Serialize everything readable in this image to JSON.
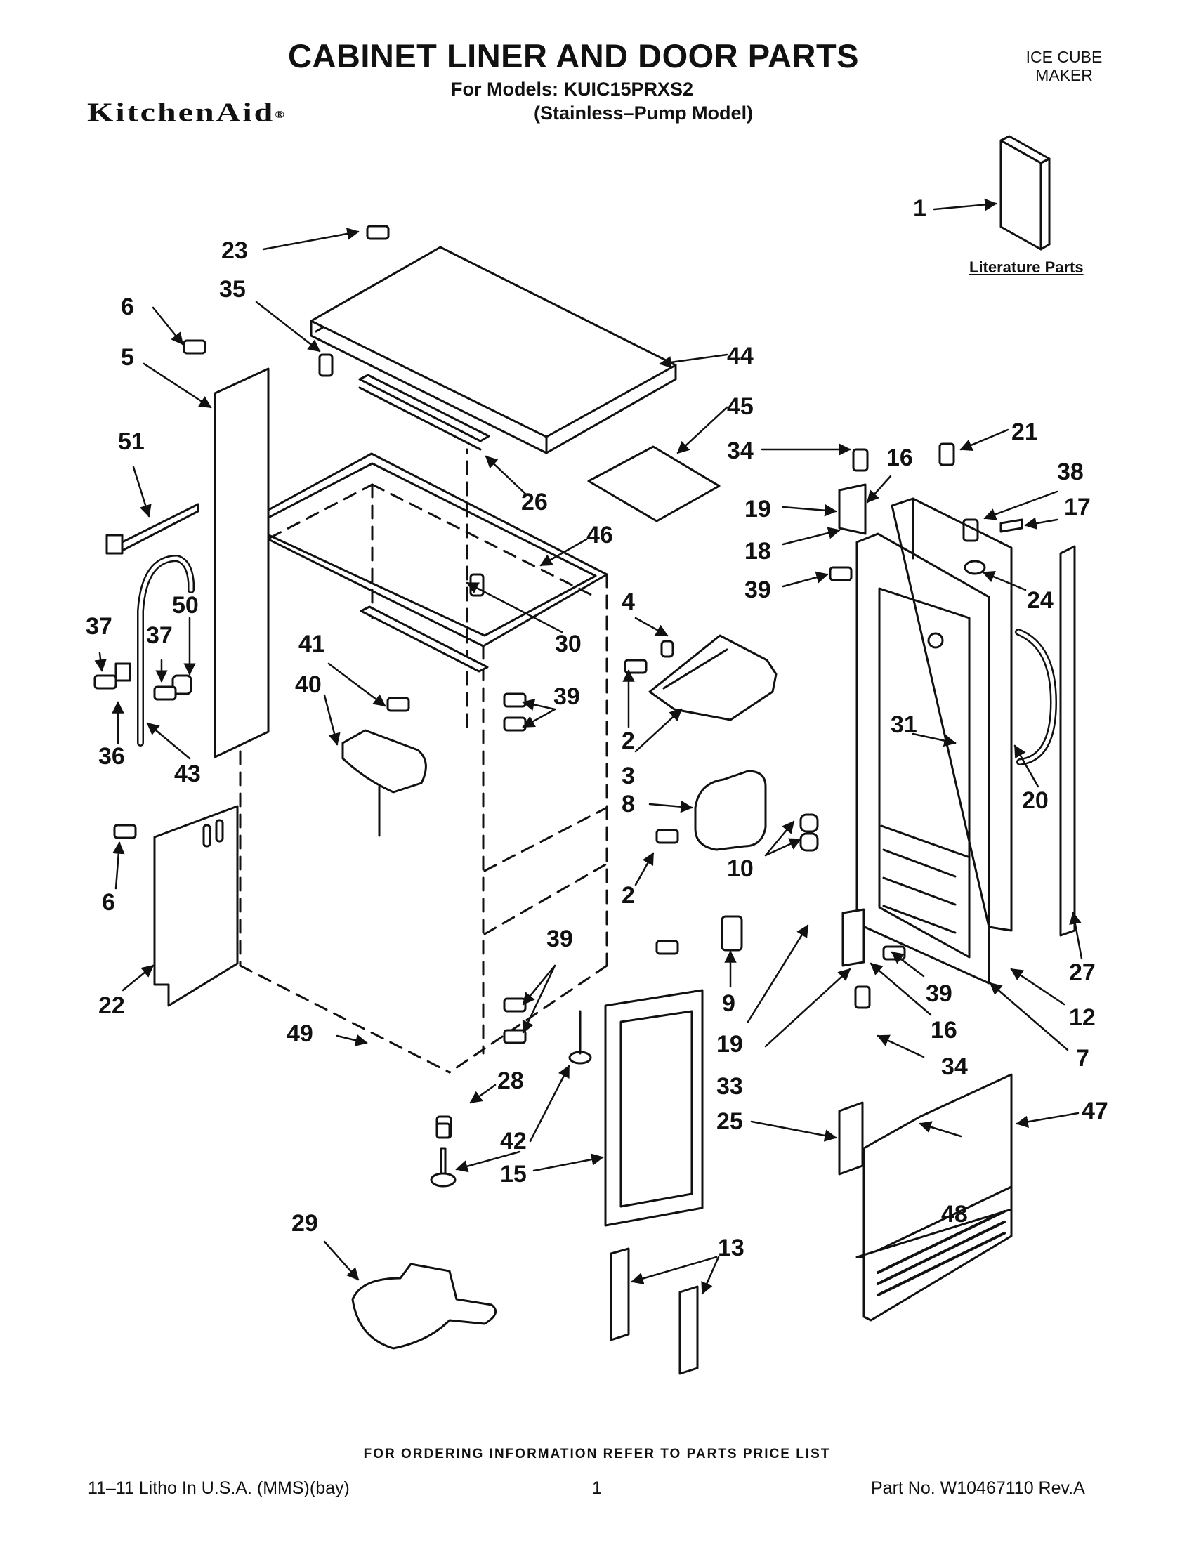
{
  "header": {
    "title": "CABINET LINER AND DOOR PARTS",
    "models_line": "For Models: KUIC15PRXS2",
    "variant_line": "(Stainless–Pump Model)",
    "category": [
      "ICE CUBE",
      "MAKER"
    ],
    "brand": "KitchenAid",
    "brand_mark": "®"
  },
  "literature_label": "Literature Parts",
  "callouts": {
    "c1": "1",
    "c23": "23",
    "c35": "35",
    "c6a": "6",
    "c5": "5",
    "c44": "44",
    "c45": "45",
    "c51": "51",
    "c26": "26",
    "c46": "46",
    "c34a": "34",
    "c16a": "16",
    "c21": "21",
    "c38": "38",
    "c17": "17",
    "c19a": "19",
    "c18": "18",
    "c39a": "39",
    "c24": "24",
    "c37a": "37",
    "c37b": "37",
    "c50": "50",
    "c41": "41",
    "c30": "30",
    "c4": "4",
    "c40": "40",
    "c39b": "39",
    "c36": "36",
    "c43": "43",
    "c2a": "2",
    "c3": "3",
    "c31": "31",
    "c20": "20",
    "c8": "8",
    "c10": "10",
    "c6b": "6",
    "c2b": "2",
    "c39c": "39",
    "c27": "27",
    "c22": "22",
    "c9": "9",
    "c19b": "19",
    "c39d": "39",
    "c12": "12",
    "c16b": "16",
    "c49": "49",
    "c7": "7",
    "c28": "28",
    "c34b": "34",
    "c33": "33",
    "c47": "47",
    "c25": "25",
    "c42": "42",
    "c15": "15",
    "c48": "48",
    "c29": "29",
    "c13": "13"
  },
  "footer": {
    "ordering_note": "FOR ORDERING INFORMATION REFER TO PARTS PRICE LIST",
    "left": "11–11 Litho In U.S.A. (MMS)(bay)",
    "page": "1",
    "part_no": "Part No. W10467110 Rev.A"
  }
}
